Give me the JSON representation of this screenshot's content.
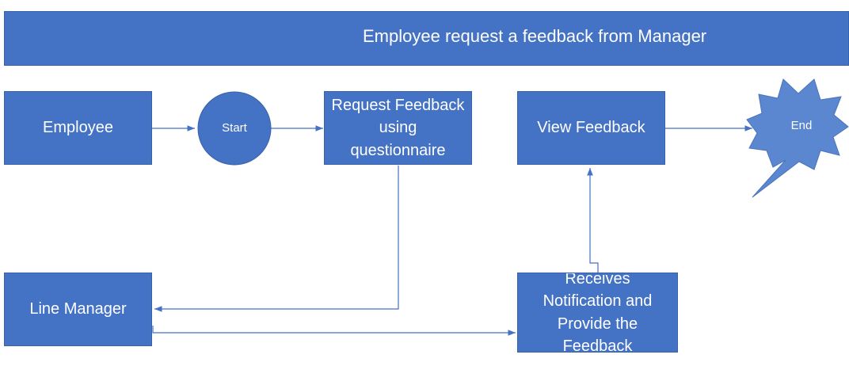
{
  "title": "Employee request a feedback from Manager",
  "lanes": {
    "employee": "Employee",
    "line_manager": "Line Manager"
  },
  "nodes": {
    "start": "Start",
    "request_feedback": "Request Feedback\nusing\nquestionnaire",
    "view_feedback": "View Feedback",
    "end": "End",
    "receives_notification": "Receives\nNotification and\nProvide the\nFeedback"
  },
  "colors": {
    "shape_fill": "#4472c4",
    "end_fill": "#5b86d0",
    "connector": "#4472c4",
    "text": "#ffffff"
  }
}
